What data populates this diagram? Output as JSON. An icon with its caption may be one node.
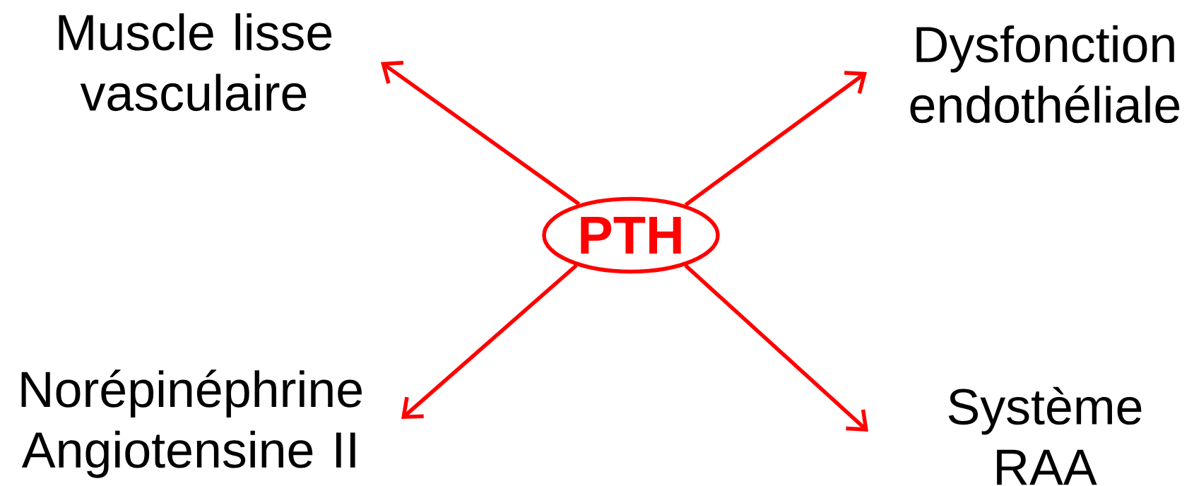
{
  "diagram": {
    "nodes": [
      {
        "text": [
          "PTH"
        ]
      },
      {
        "text": [
          "Muscle lisse vasculaire"
        ]
      },
      {
        "text": [
          "Dysfonction endothéliale"
        ]
      },
      {
        "text": [
          "Norépinéphrine Angiotensine II"
        ]
      },
      {
        "text": [
          "Système RAA"
        ]
      }
    ],
    "edges": [
      {
        "from": 0,
        "to": 1,
        "arrow": "to"
      },
      {
        "from": 0,
        "to": 2,
        "arrow": "to"
      },
      {
        "from": 0,
        "to": 3,
        "arrow": "to"
      },
      {
        "from": 0,
        "to": 4,
        "arrow": "to"
      }
    ]
  }
}
